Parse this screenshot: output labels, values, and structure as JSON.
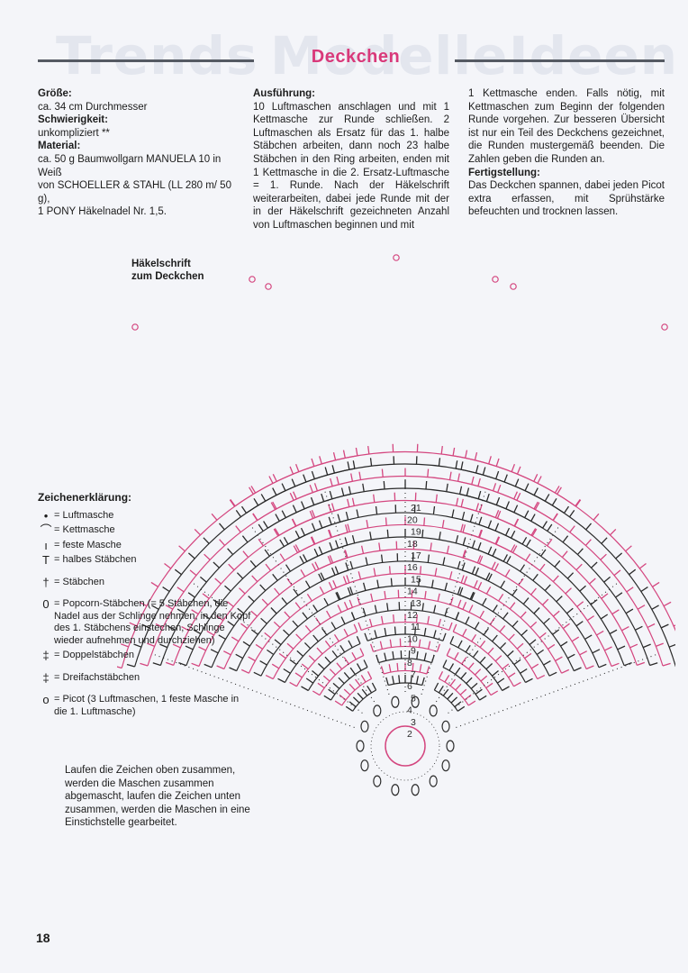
{
  "background_words": [
    "Trends",
    "Modelle",
    "Ideen"
  ],
  "title": "Deckchen",
  "col1": {
    "groesse_h": "Größe:",
    "groesse": "ca. 34 cm Durchmesser",
    "schwierig_h": "Schwierigkeit:",
    "schwierig": "unkompliziert **",
    "material_h": "Material:",
    "material_lines": [
      "ca. 50 g Baumwollgarn MANUELA 10 in Weiß",
      "von SCHOELLER & STAHL (LL 280 m/ 50 g),",
      "1 PONY Häkelnadel Nr. 1,5."
    ]
  },
  "col2": {
    "heading": "Ausführung:",
    "text": "10 Luftmaschen anschlagen und mit 1 Kettmasche zur Runde schließen. 2 Luftmaschen als Ersatz für das 1. halbe Stäbchen arbeiten, dann noch 23 halbe Stäbchen in den Ring arbeiten, enden mit 1 Kettmasche in die 2. Ersatz-Luftmasche = 1. Runde. Nach der Häkelschrift weiterarbeiten, dabei jede Runde mit der in der Häkelschrift gezeichneten Anzahl von Luftmaschen beginnen und mit"
  },
  "col3": {
    "text": "1 Kettmasche enden. Falls nötig, mit Kettmaschen zum Beginn der folgenden Runde vorgehen. Zur besseren Übersicht ist nur ein Teil des Deckchens gezeichnet, die Runden mustergemäß beenden. Die Zahlen geben die Runden an.",
    "heading": "Fertigstellung:",
    "text2": "Das Deckchen spannen, dabei jeden Picot extra erfassen, mit Sprühstärke befeuchten und trocknen lassen."
  },
  "chart_caption_lines": [
    "Häkelschrift",
    "zum Deckchen"
  ],
  "legend": {
    "title": "Zeichenerklärung:",
    "items": [
      {
        "sym": "•",
        "text": "= Luftmasche"
      },
      {
        "sym": "⌒",
        "text": "= Kettmasche"
      },
      {
        "sym": "ı",
        "text": "= feste Masche"
      },
      {
        "sym": "T",
        "text": "= halbes Stäbchen"
      },
      {
        "sym": "†",
        "text": "= Stäbchen"
      },
      {
        "sym": "0",
        "text": "= Popcorn-Stäbchen (= 5 Stäbchen, die Nadel aus der Schlinge nehmen, in den Kopf des 1. Stäbchens einstechen, Schlinge wieder aufnehmen und durchziehen)"
      },
      {
        "sym": "‡",
        "text": "= Doppelstäbchen"
      },
      {
        "sym": "‡",
        "text": "= Dreifachstäbchen"
      },
      {
        "sym": "o",
        "text": "= Picot (3 Luftmaschen, 1 feste Masche in die 1. Luftmasche)"
      }
    ]
  },
  "note": "Laufen die Zeichen oben zusammen, werden die Maschen zusammen abgemascht, laufen die Zeichen unten zusammen, werden die Maschen in eine Einstichstelle gearbeitet.",
  "round_labels": [
    "2",
    "3",
    "4",
    "5",
    "6",
    "7",
    "8",
    "9",
    "10",
    "11",
    "12",
    "13",
    "14",
    "15",
    "16",
    "17",
    "18",
    "19",
    "20",
    "21"
  ],
  "colors": {
    "title": "#d9397a",
    "pink": "#d4467f",
    "dark": "#2a2a2a",
    "rule": "#555a63"
  },
  "page_number": "18"
}
